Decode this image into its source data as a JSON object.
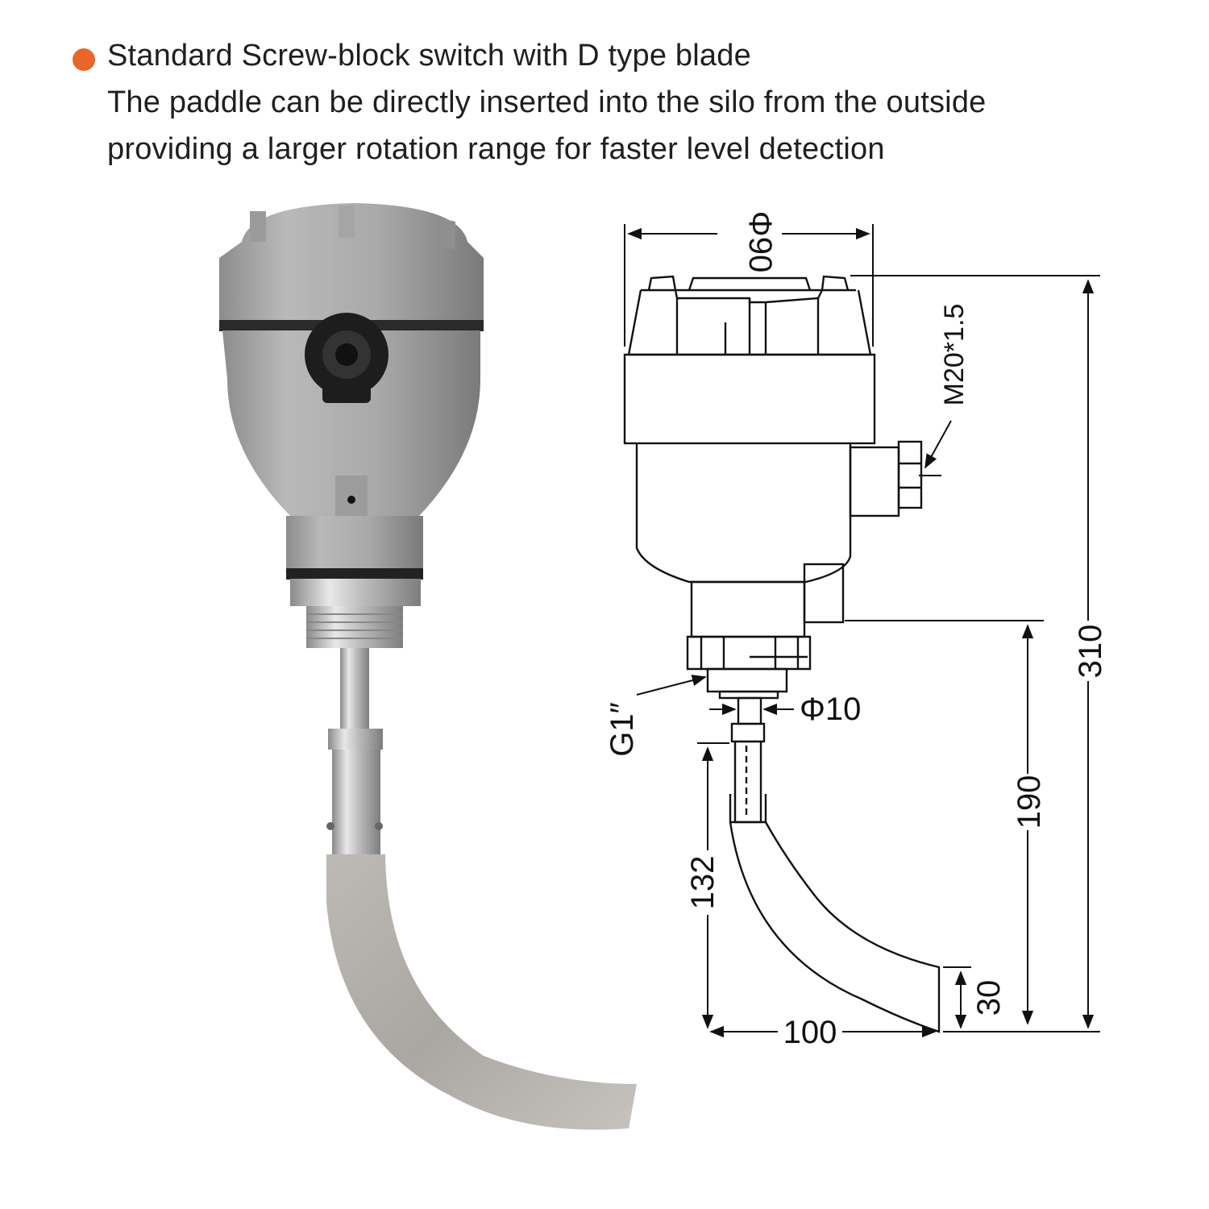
{
  "header": {
    "bullet_color": "#e8662a",
    "line1": "Standard Screw-block switch with D type blade",
    "line2": "The paddle can be directly inserted into the silo from the outside",
    "line3": "providing a larger rotation range for faster level detection"
  },
  "dimensions": {
    "housing_diameter": "Φ90",
    "cable_gland_thread": "M20*1.5",
    "total_height": "310",
    "lower_height": "190",
    "process_thread": "G1″",
    "shaft_diameter": "Φ10",
    "blade_height": "132",
    "blade_tip": "30",
    "blade_width": "100"
  }
}
